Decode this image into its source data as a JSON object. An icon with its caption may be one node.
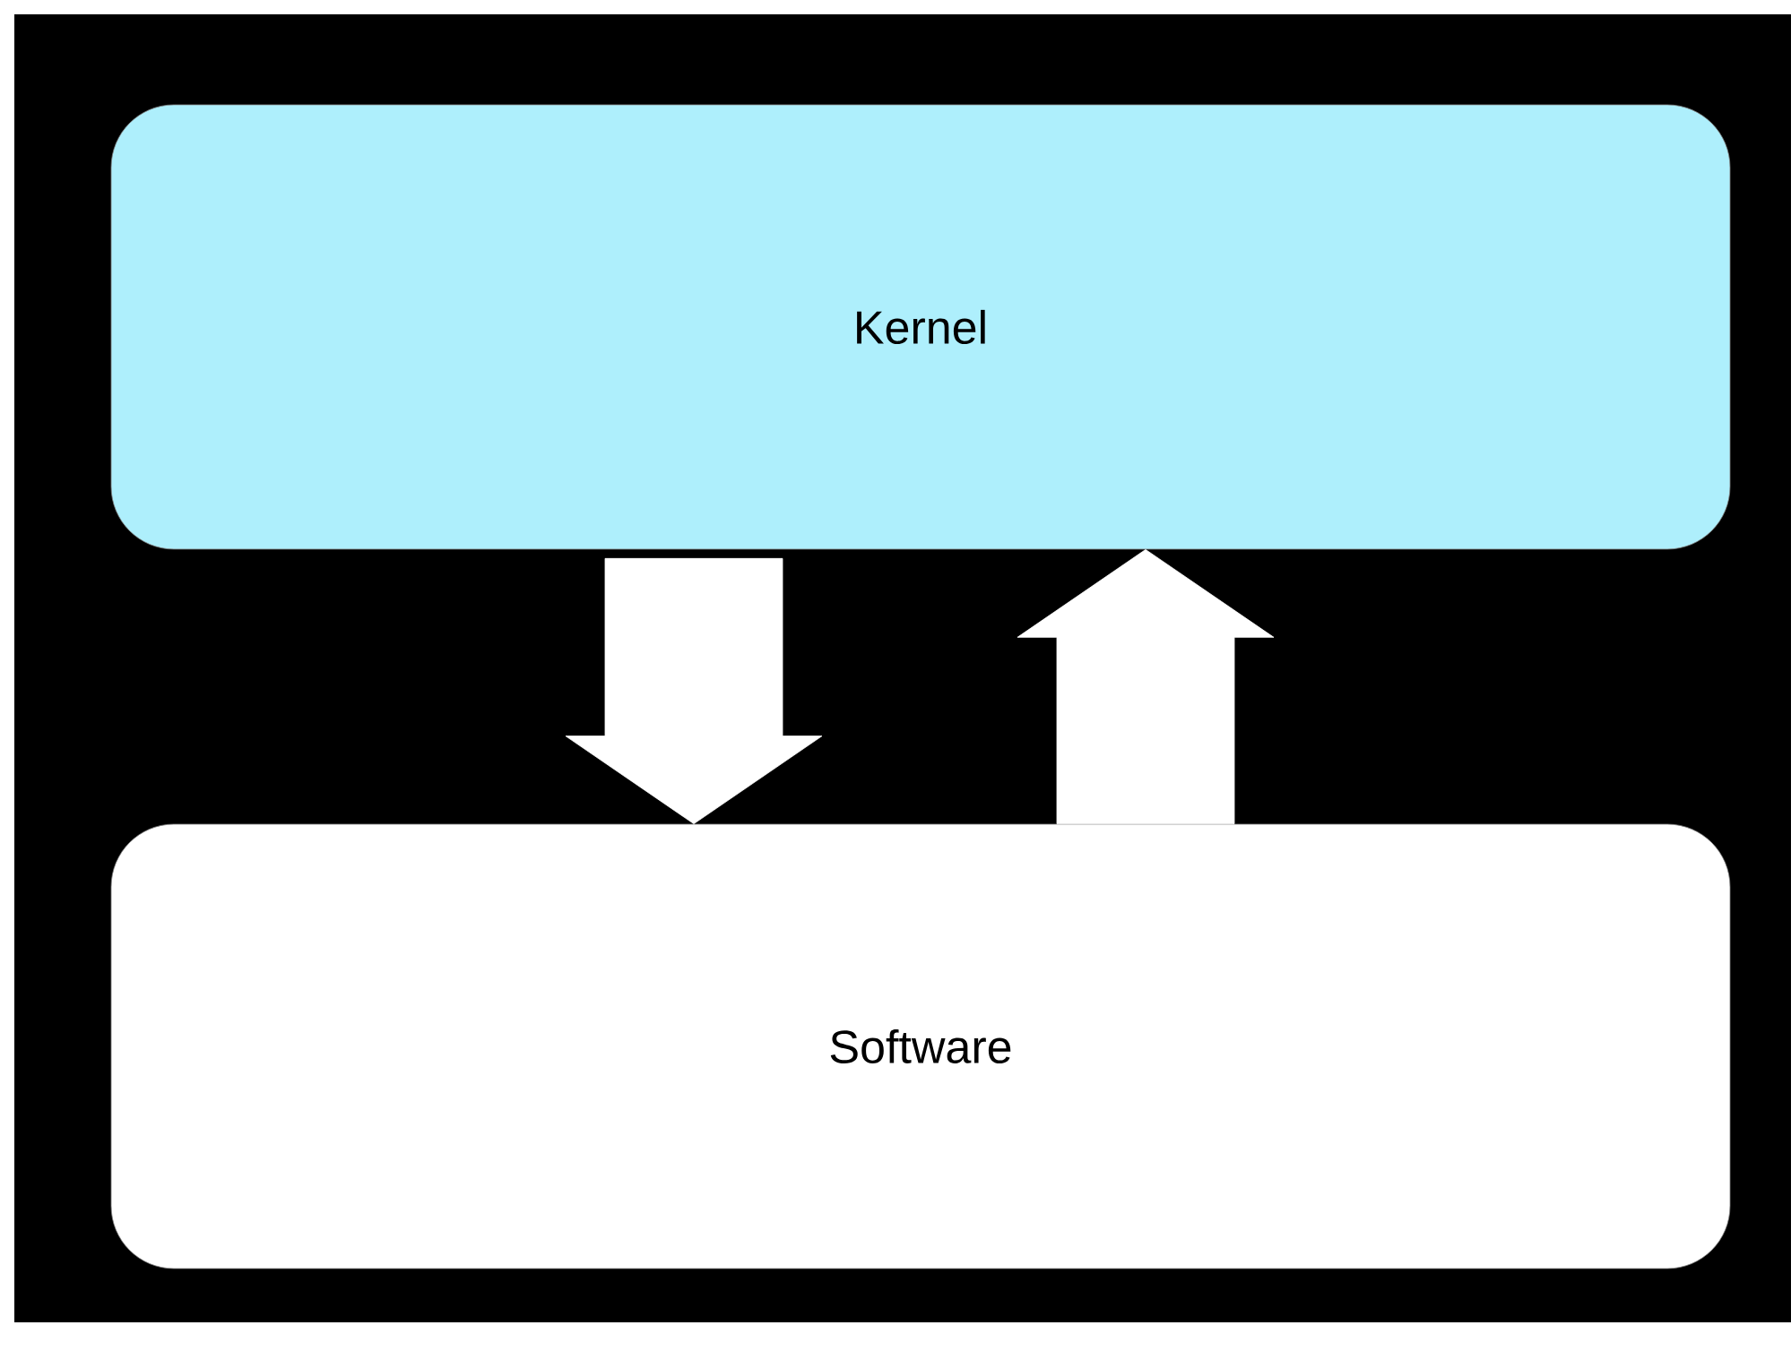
{
  "diagram": {
    "nodes": [
      {
        "text": [
          "Kernel"
        ]
      },
      {
        "text": [
          "Software"
        ]
      }
    ],
    "edges": [
      {
        "from": 0,
        "to": 1,
        "arrow": "to"
      },
      {
        "from": 1,
        "to": 0,
        "arrow": "to"
      }
    ]
  }
}
